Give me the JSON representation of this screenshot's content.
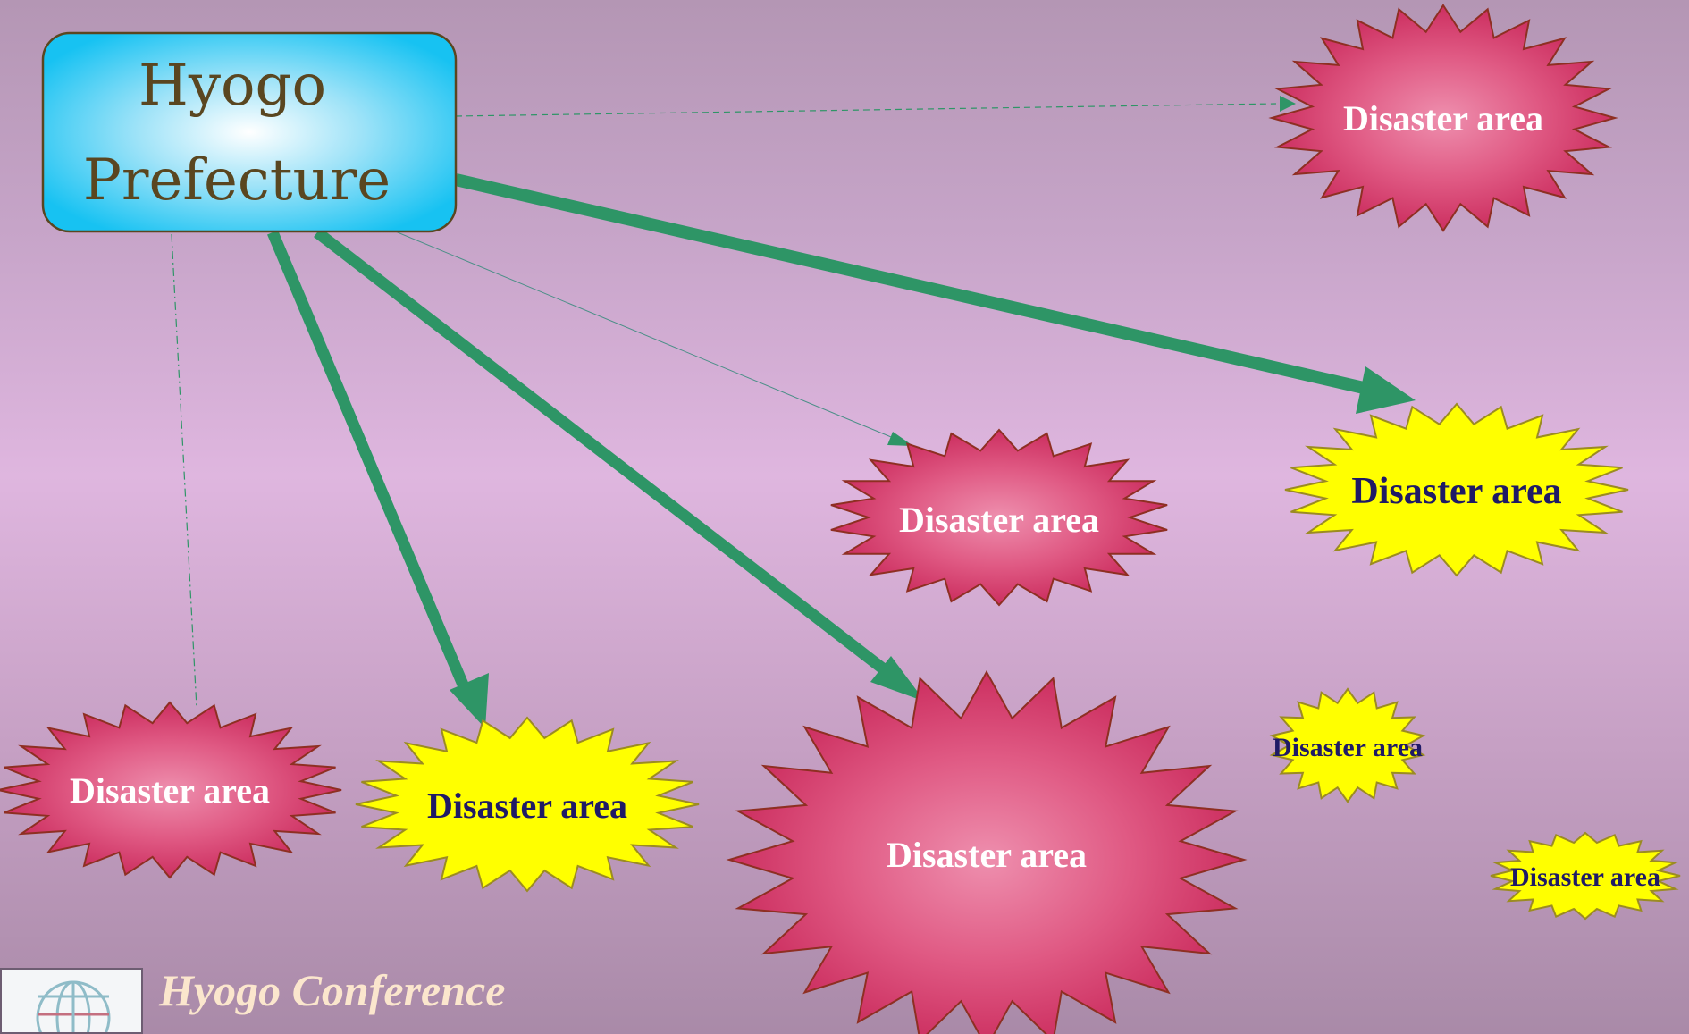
{
  "prefecture": {
    "line1": "Hyogo",
    "line2": "Prefecture"
  },
  "areas": [
    {
      "label": "Disaster area",
      "style": "red"
    },
    {
      "label": "Disaster area",
      "style": "yellow"
    },
    {
      "label": "Disaster area",
      "style": "red"
    },
    {
      "label": "Disaster area",
      "style": "red"
    },
    {
      "label": "Disaster area",
      "style": "yellow"
    },
    {
      "label": "Disaster area",
      "style": "red"
    },
    {
      "label": "Disaster area",
      "style": "yellow"
    },
    {
      "label": "Disaster area",
      "style": "yellow"
    }
  ],
  "links": [
    {
      "from": "prefecture",
      "to": 0,
      "style": "dashed",
      "arrow": true
    },
    {
      "from": "prefecture",
      "to": 1,
      "style": "thick",
      "arrow": true
    },
    {
      "from": "prefecture",
      "to": 2,
      "style": "thin",
      "arrow": true
    },
    {
      "from": "prefecture",
      "to": 3,
      "style": "dashed",
      "arrow": false
    },
    {
      "from": "prefecture",
      "to": 4,
      "style": "thick",
      "arrow": true
    },
    {
      "from": "prefecture",
      "to": 5,
      "style": "thick",
      "arrow": true
    }
  ],
  "colors": {
    "background_top": "#b496b4",
    "background_mid": "#dfb6df",
    "background_bottom": "#a98aa8",
    "box_fill_center": "#ffffff",
    "box_fill_edge": "#17c2f2",
    "box_border": "#5a4620",
    "box_text": "#5a4620",
    "red_star_center": "#ee8fae",
    "red_star_edge": "#cc2f60",
    "red_star_border": "#8e2f22",
    "red_star_text": "#ffffff",
    "yellow_star_fill": "#ffff00",
    "yellow_star_border": "#9b8b22",
    "yellow_star_text": "#1f1a66",
    "arrow": "#2e9566",
    "footer_text": "#fbe6cd"
  },
  "footer": {
    "title": "Hyogo Conference",
    "logo_icon": "globe-icon"
  }
}
